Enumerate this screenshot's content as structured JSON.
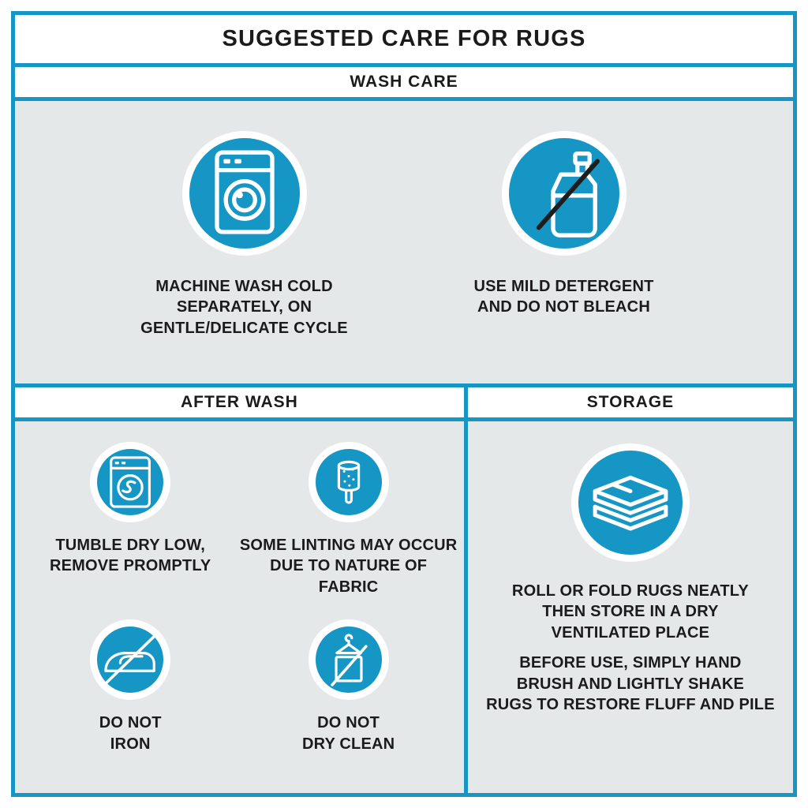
{
  "title": "SUGGESTED CARE FOR RUGS",
  "colors": {
    "accent": "#1596C4",
    "panel_bg": "#E4E8E9",
    "text": "#1B1B1B",
    "icon_stroke": "#FFFFFF"
  },
  "wash_care": {
    "header": "WASH CARE",
    "items": [
      {
        "icon": "washing-machine-icon",
        "label": "MACHINE WASH COLD\nSEPARATELY, ON\nGENTLE/DELICATE CYCLE"
      },
      {
        "icon": "no-bleach-icon",
        "label": "USE MILD DETERGENT\nAND DO NOT BLEACH"
      }
    ]
  },
  "after_wash": {
    "header": "AFTER WASH",
    "items": [
      {
        "icon": "tumble-dry-icon",
        "label": "TUMBLE DRY LOW,\nREMOVE PROMPTLY"
      },
      {
        "icon": "lint-roller-icon",
        "label": "SOME LINTING MAY OCCUR\nDUE TO NATURE OF FABRIC"
      },
      {
        "icon": "no-iron-icon",
        "label": "DO NOT\nIRON"
      },
      {
        "icon": "no-dry-clean-icon",
        "label": "DO NOT\nDRY CLEAN"
      }
    ]
  },
  "storage": {
    "header": "STORAGE",
    "icon": "folded-rug-icon",
    "paragraphs": [
      "ROLL OR FOLD RUGS NEATLY\nTHEN STORE IN A DRY\nVENTILATED PLACE",
      "BEFORE USE, SIMPLY HAND\nBRUSH AND LIGHTLY SHAKE\nRUGS TO RESTORE FLUFF AND PILE"
    ]
  }
}
